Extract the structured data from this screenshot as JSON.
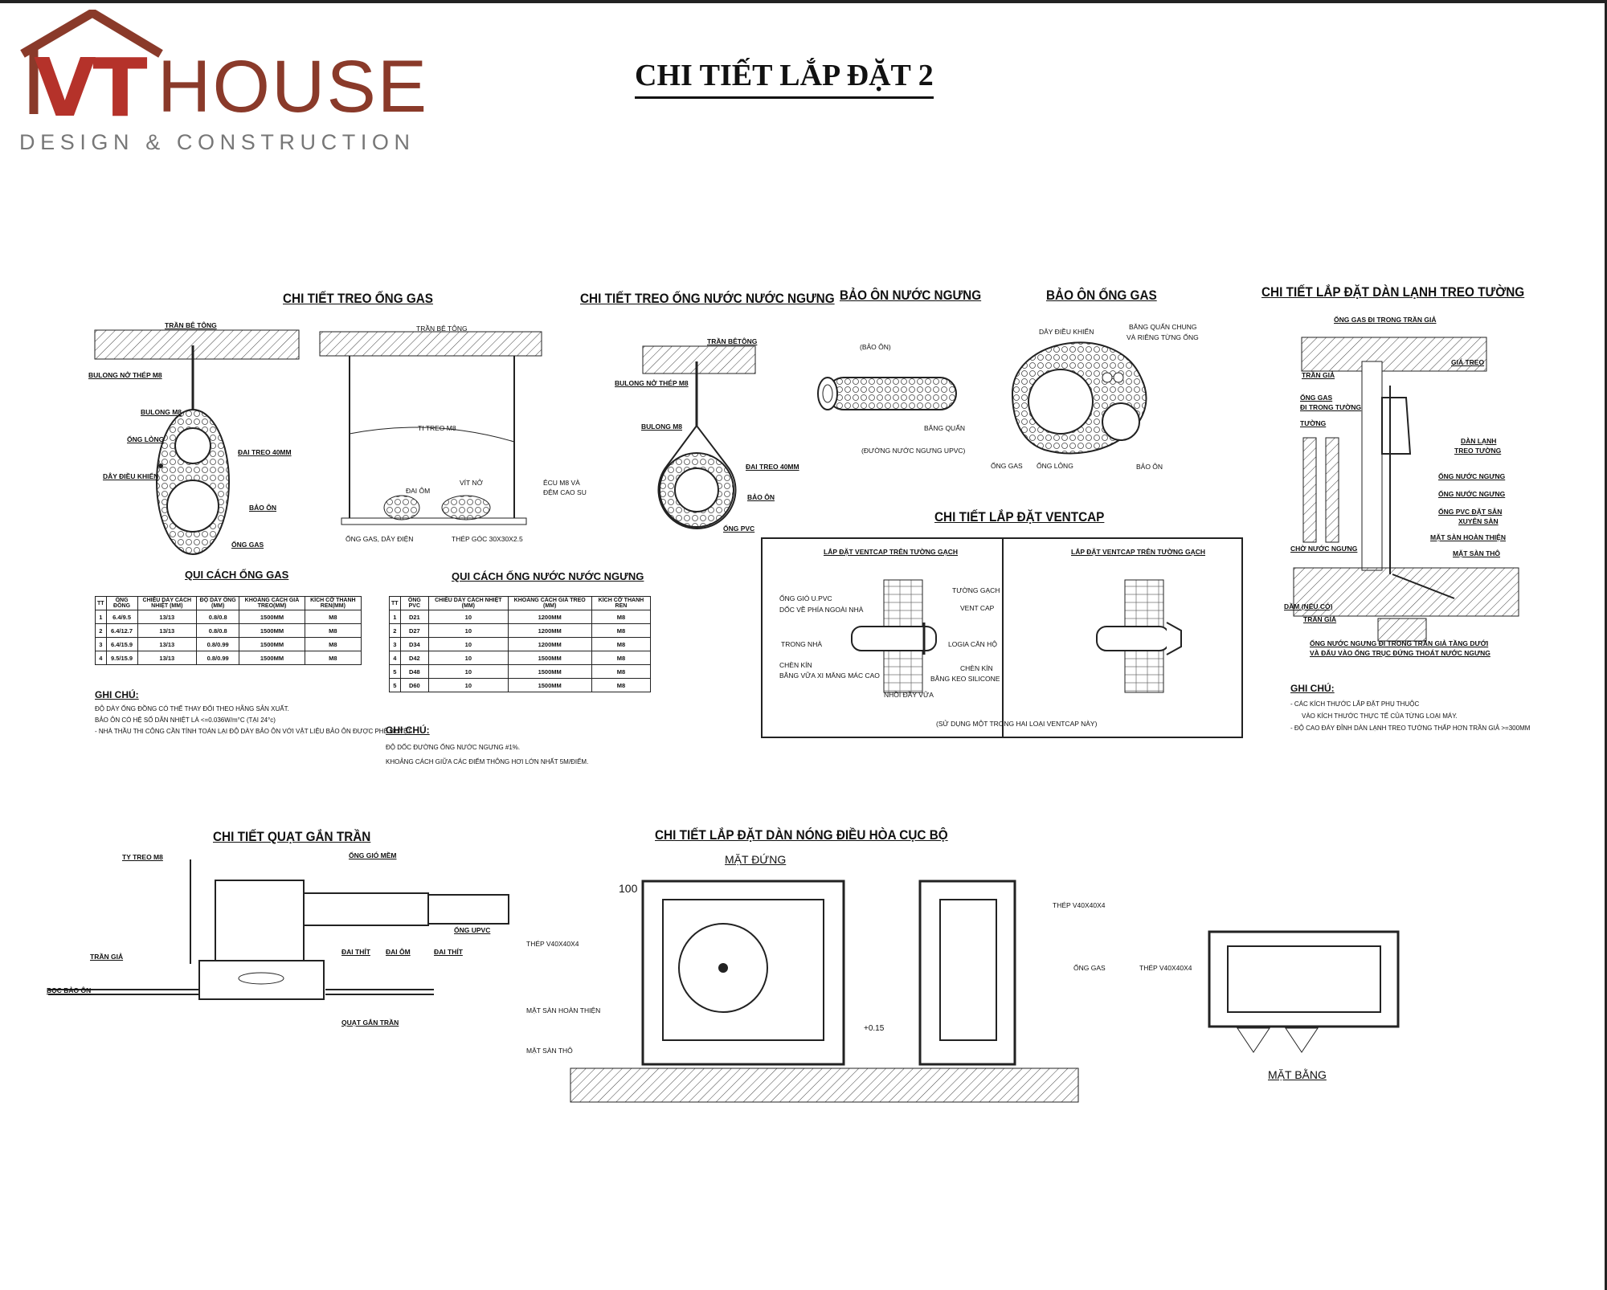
{
  "logo": {
    "vt": "VT",
    "house": "HOUSE",
    "tagline": "DESIGN & CONSTRUCTION"
  },
  "title": "CHI TIẾT LẮP ĐẶT 2",
  "sections": {
    "gas_hanger": "CHI TIẾT TREO ỐNG GAS",
    "condensate_hanger": "CHI TIẾT TREO ỐNG NƯỚC NƯỚC NGƯNG",
    "condensate_insulation": "BẢO ÔN NƯỚC NGƯNG",
    "gas_insulation": "BẢO ÔN ỐNG GAS",
    "wall_indoor": "CHI TIẾT LẮP ĐẶT DÀN LẠNH TREO TƯỜNG",
    "ventcap": "CHI TIẾT LẮP ĐẶT VENTCAP",
    "ceiling_fan": "CHI TIẾT QUẠT GẮN TRẦN",
    "outdoor_unit": "CHI TIẾT LẮP ĐẶT DÀN NÓNG ĐIỀU HÒA CỤC BỘ"
  },
  "gas_hanger_labels": {
    "tran_be_tong": "TRẦN BÊ TÔNG",
    "bulong_no": "BULONG NỞ THÉP M8",
    "bulong": "BULONG M8",
    "ong_long": "ỐNG LỎNG",
    "dai_treo": "ĐAI TREO 40MM",
    "day_dieu_khien": "DÂY ĐIỀU KHIỂN",
    "bao_on": "BẢO ÔN",
    "ong_gas": "ỐNG GAS",
    "tran_be_tong2": "TRẦN BÊ TÔNG",
    "ti_treo": "TI TREO M8",
    "dai_om": "ĐAI ÔM",
    "vit_no": "VÍT NỞ",
    "ecu": "ÊCU M8 VÀ",
    "ecu2": "ĐỆM CAO SU",
    "ong_gas_day": "ỐNG GAS, DÂY ĐIỆN",
    "thep_goc": "THÉP GÓC 30X30X2.5"
  },
  "condensate_labels": {
    "tran_be_tong": "TRẦN BÊTÔNG",
    "bulong_no": "BULONG NỞ THÉP M8",
    "bulong": "BULONG M8",
    "dai_treo": "ĐAI TREO 40MM",
    "bao_on": "BẢO ÔN",
    "ong_pvc": "ỐNG PVC"
  },
  "insulation_labels": {
    "bao_on": "(BẢO ÔN)",
    "bang_quan": "BĂNG QUẤN",
    "duong_ong": "(ĐƯỜNG NƯỚC NGƯNG UPVC)",
    "day_dieu_khien": "DÂY ĐIỀU KHIỂN",
    "bang_quan_chung": "BĂNG QUẤN CHUNG",
    "va_rieng": "VÀ RIÊNG TỪNG ỐNG",
    "ong_gas": "ỐNG GAS",
    "ong_long": "ỐNG LỎNG",
    "bao_on2": "BẢO ÔN"
  },
  "gas_table": {
    "title": "QUI CÁCH ỐNG GAS",
    "headers": [
      "TT",
      "ỐNG ĐỒNG",
      "CHIỀU DÀY CÁCH NHIỆT (MM)",
      "ĐỘ DÀY ỐNG (MM)",
      "KHOẢNG CÁCH GIÁ TREO(MM)",
      "KÍCH CỠ THANH REN(MM)"
    ],
    "rows": [
      [
        "1",
        "6.4/9.5",
        "13/13",
        "0.8/0.8",
        "1500MM",
        "M8"
      ],
      [
        "2",
        "6.4/12.7",
        "13/13",
        "0.8/0.8",
        "1500MM",
        "M8"
      ],
      [
        "3",
        "6.4/15.9",
        "13/13",
        "0.8/0.99",
        "1500MM",
        "M8"
      ],
      [
        "4",
        "9.5/15.9",
        "13/13",
        "0.8/0.99",
        "1500MM",
        "M8"
      ]
    ],
    "note_head": "GHI CHÚ:",
    "notes": [
      "ĐỘ DÀY ỐNG ĐỒNG CÓ THỂ THAY ĐỔI THEO HÃNG SẢN XUẤT.",
      "BẢO ÔN CÓ HỆ SỐ DẪN NHIỆT LÀ <=0.036W/m°C (TẠI 24°c)",
      "- NHÀ THẦU THI CÔNG CẦN TÍNH TOÁN LẠI ĐỘ DÀY BẢO ÔN VỚI VẬT LIỆU BẢO ÔN ĐƯỢC PHÊ DUYỆT."
    ]
  },
  "condensate_table": {
    "title": "QUI CÁCH ỐNG NƯỚC NƯỚC NGƯNG",
    "headers": [
      "TT",
      "ỐNG PVC",
      "CHIỀU DÀY CÁCH NHIỆT (MM)",
      "KHOẢNG CÁCH GIÁ TREO (MM)",
      "KÍCH CỠ THANH REN"
    ],
    "rows": [
      [
        "1",
        "D21",
        "10",
        "1200MM",
        "M8"
      ],
      [
        "2",
        "D27",
        "10",
        "1200MM",
        "M8"
      ],
      [
        "3",
        "D34",
        "10",
        "1200MM",
        "M8"
      ],
      [
        "4",
        "D42",
        "10",
        "1500MM",
        "M8"
      ],
      [
        "5",
        "D48",
        "10",
        "1500MM",
        "M8"
      ],
      [
        "5",
        "D60",
        "10",
        "1500MM",
        "M8"
      ]
    ],
    "note_head": "GHI CHÚ:",
    "notes": [
      "ĐỘ DỐC ĐƯỜNG ỐNG NƯỚC NGƯNG #1%.",
      "KHOẢNG CÁCH GIỮA CÁC ĐIỂM THÔNG HƠI LỚN NHẤT 5M/ĐIỂM."
    ]
  },
  "ventcap": {
    "left_title": "LẮP ĐẶT VENTCAP TRÊN TƯỜNG GẠCH",
    "right_title": "LẮP ĐẶT VENTCAP TRÊN TƯỜNG GẠCH",
    "ong_gio": "ỐNG GIÓ U.PVC",
    "doc_ve": "DỐC VỀ PHÍA NGOÀI NHÀ",
    "trong_nha": "TRONG NHÀ",
    "chen_kin": "CHÈN KÍN",
    "bang_vua": "BẰNG VỮA XI MĂNG MÁC CAO",
    "tuong_gach": "TƯỜNG GẠCH",
    "vent_cap": "VENT CAP",
    "logia": "LOGIA CĂN HỘ",
    "chen_kin2": "CHÈN KÍN",
    "bang_keo": "BẰNG KEO SILICONE",
    "nhoi_day": "NHỒI ĐẦY VỮA",
    "footer": "(SỬ DỤNG MỘT TRONG HAI LOẠI VENTCAP NÀY)"
  },
  "wall_indoor": {
    "ong_gas_tran": "ỐNG GAS ĐI TRONG TRẦN GIẢ",
    "tran_gia": "TRẦN GIẢ",
    "gia_treo": "GIÁ TREO",
    "ong_gas": "ỐNG GAS",
    "di_trong_tuong": "ĐI TRONG TƯỜNG",
    "tuong": "TƯỜNG",
    "dan_lanh": "DÀN LẠNH",
    "treo_tuong": "TREO TƯỜNG",
    "ong_nuoc_ngung1": "ỐNG NƯỚC NGƯNG",
    "ong_nuoc_ngung2": "ỐNG NƯỚC NGƯNG",
    "ong_pvc": "ỐNG PVC ĐẶT SẴN",
    "xuyen_san": "XUYÊN SÀN",
    "chu_nuoc_ngung": "CHỜ NƯỚC NGƯNG",
    "mat_san_hoan_thien": "MẶT SÀN HOÀN THIỆN",
    "mat_san_tho": "MẶT SÀN THÔ",
    "dam": "DẦM (NẾU CÓ)",
    "tran_gia2": "TRẦN GIẢ",
    "bottom1": "ỐNG NƯỚC NGƯNG ĐI TRONG TRẦN GIẢ TẦNG DƯỚI",
    "bottom2": "VÀ ĐẤU VÀO ỐNG TRỤC ĐỨNG THOÁT NƯỚC NGƯNG",
    "note_head": "GHI CHÚ:",
    "notes": [
      "- CÁC KÍCH THƯỚC LẮP ĐẶT PHỤ THUỘC",
      "VÀO KÍCH THƯỚC THỰC TẾ CỦA TỪNG LOẠI MÁY.",
      "- ĐỘ CAO ĐÁY ĐỈNH DÀN LẠNH TREO TƯỜNG THẤP HƠN TRẦN GIẢ >=300MM"
    ]
  },
  "ceiling_fan": {
    "ty_treo": "TY TREO M8",
    "ong_gio_mem": "ỐNG GIÓ MỀM",
    "tran_gia": "TRẦN GIẢ",
    "boc_bao_on": "BỌC BẢO ÔN",
    "dai_thit1": "ĐAI THÍT",
    "dai_om": "ĐAI ÔM",
    "dai_thit2": "ĐAI THÍT",
    "ong_upvc": "ỐNG UPVC",
    "quat": "QUẠT GẮN TRẦN"
  },
  "outdoor": {
    "mat_dung": "MẶT ĐỨNG",
    "mat_bang": "MẶT BẰNG",
    "thep1": "THÉP V40X40X4",
    "thep2": "THÉP V40X40X4",
    "thep3": "THÉP V40X40X4",
    "mat_san_ht": "MẶT SÀN HOÀN THIỆN",
    "mat_san_tho": "MẶT SÀN THÔ",
    "ong_gas": "ỐNG GAS",
    "dim100": "100",
    "level": "+0.15"
  }
}
